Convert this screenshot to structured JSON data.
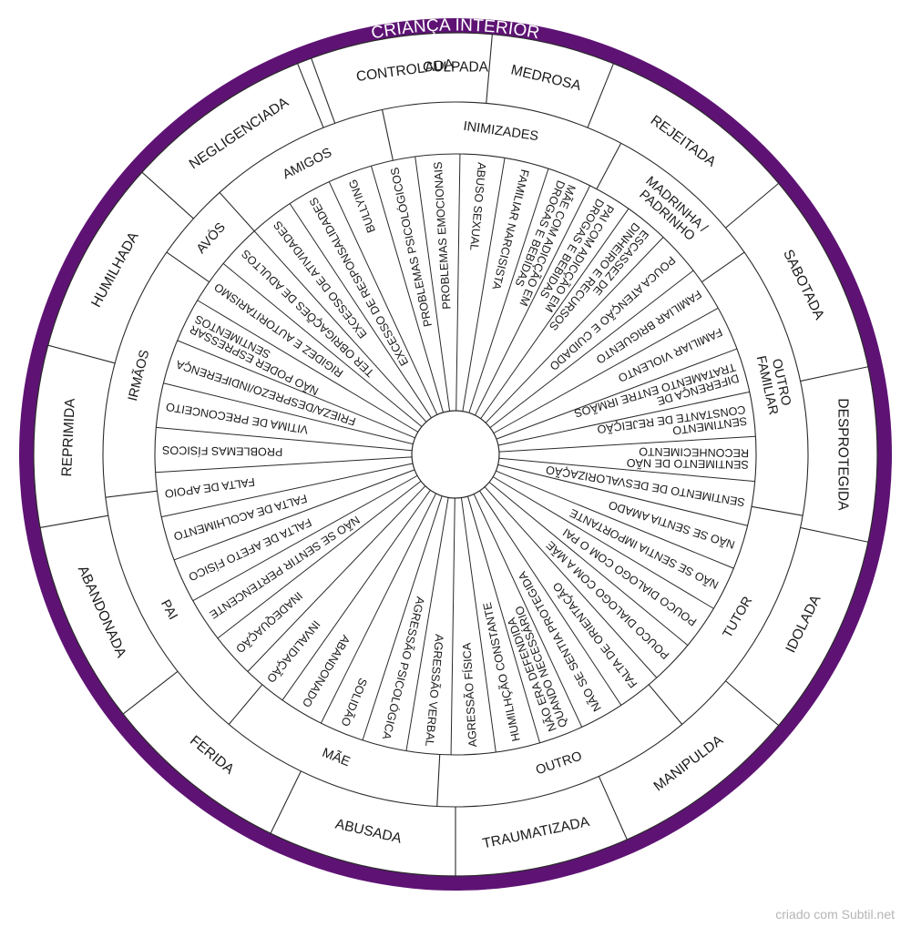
{
  "title": "CRIANÇA INTERIOR",
  "credit": "criado com Subtil.net",
  "colors": {
    "ring": "#5e1374",
    "title_text": "#ffffff",
    "line": "#2a2a2a",
    "background": "#ffffff"
  },
  "outer_ring": [
    {
      "label": "CULPADA",
      "start": -22,
      "end": 22
    },
    {
      "label": "REJEITADA",
      "start": 22,
      "end": 50
    },
    {
      "label": "SABOTADA",
      "start": 50,
      "end": 78
    },
    {
      "label": "DESPROTEGIDA",
      "start": 78,
      "end": 102
    },
    {
      "label": "IDOLADA",
      "start": 102,
      "end": 130
    },
    {
      "label": "MANIPULDA",
      "start": 130,
      "end": 156
    },
    {
      "label": "TRAUMATIZADA",
      "start": 156,
      "end": 180
    },
    {
      "label": "ABUSADA",
      "start": 180,
      "end": 206
    },
    {
      "label": "FERIDA",
      "start": 206,
      "end": 232
    },
    {
      "label": "ABANDONADA",
      "start": 232,
      "end": 260
    },
    {
      "label": "REPRIMIDA",
      "start": 260,
      "end": 285
    },
    {
      "label": "HUMILHADA",
      "start": 285,
      "end": 312
    },
    {
      "label": "NEGLIGENCIADA",
      "start": 312,
      "end": 340
    },
    {
      "label": "CONTROLADA",
      "start": 340,
      "end": 365
    },
    {
      "label": "MEDROSA",
      "start": 365,
      "end": 382
    }
  ],
  "categories": [
    {
      "label": "AMIGOS",
      "start": -42,
      "end": -12
    },
    {
      "label": "INIMIZADES",
      "start": -12,
      "end": 28
    },
    {
      "label": "MADRINHA / PADRINHO",
      "start": 28,
      "end": 55
    },
    {
      "label": "OUTRO FAMILIAR",
      "start": 55,
      "end": 100
    },
    {
      "label": "TUTOR",
      "start": 100,
      "end": 140
    },
    {
      "label": "OUTRO",
      "start": 140,
      "end": 183
    },
    {
      "label": "MÃE",
      "start": 183,
      "end": 220
    },
    {
      "label": "PAI",
      "start": 220,
      "end": 263
    },
    {
      "label": "IRMÃOS",
      "start": 263,
      "end": 305
    },
    {
      "label": "AVÓS",
      "start": 305,
      "end": 318
    }
  ],
  "spokes": [
    "BULLYING",
    "PROBLEMAS PSICOLÓGICOS",
    "PROBLEMAS EMOCIONAIS",
    "ABUSO SEXUAL",
    "FAMILIAR NARCISISTA",
    "MÃE COM ADICÇÃO EM DROGAS E BEBIDAS",
    "PAI COM ADICÇÃO EM DROGAS E BEBIDAS",
    "ESCASSEZ DE DINHEIRO E RECURSOS",
    "POUCA ATENÇÃO E CUIDADO",
    "FAMILIAR BRIGUENTO",
    "FAMILIAR VIOLENTO",
    "DIFERENÇA DE TRATAMENTO ENTRE IRMÃOS",
    "SENTIMENTO CONSTANTE DE REJEIÇÃO",
    "SENTIMENTO DE NÃO RECONHECIMENTO",
    "SENTIMENTO DE DESVALORIZAÇÃO",
    "NÃO SE SENTIA AMADO",
    "NÃO SE SENTIA IMPORTANTE",
    "POUCO DIALOGO COM O PAI",
    "POUCO DIALOGO COM A MÃE",
    "FALTA DE ORIENTAÇÃO",
    "NÃO SE SENTIA PROTEGIDA",
    "NÃO ERA DEFENDIDA QUANDO NECESSÁRIO",
    "HUMILHÇÃO CONSTANTE",
    "AGRESSÃO FÍSICA",
    "AGRESSÃO VERBAL",
    "AGRESSÃO PSICOLÓGICA",
    "SOLIDÃO",
    "ABANDONADO",
    "INVALIDAÇÃO",
    "INADEQUAÇÃO",
    "NÃO SE SENTIR PERTENCENTE",
    "FALTA DE AFETO FÍSICO",
    "FALTA DE ACOLHIMENTO",
    "FALTA DE APOIO",
    "PROBLEMAS FÍSICOS",
    "VITIMA DE PRECONCEITO",
    "FRIEZA/DESPREZO/INDIFERENÇA",
    "NÃO PODER ESPRESSAR SENTIMENTOS",
    "RIGIDEZ E AUTORITARISMO",
    "TER OBRIGAÇÕES DE ADULTOS",
    "EXCESSO DE ATIVIDADES",
    "EXCESSO DE RESPONSALIDADES"
  ]
}
